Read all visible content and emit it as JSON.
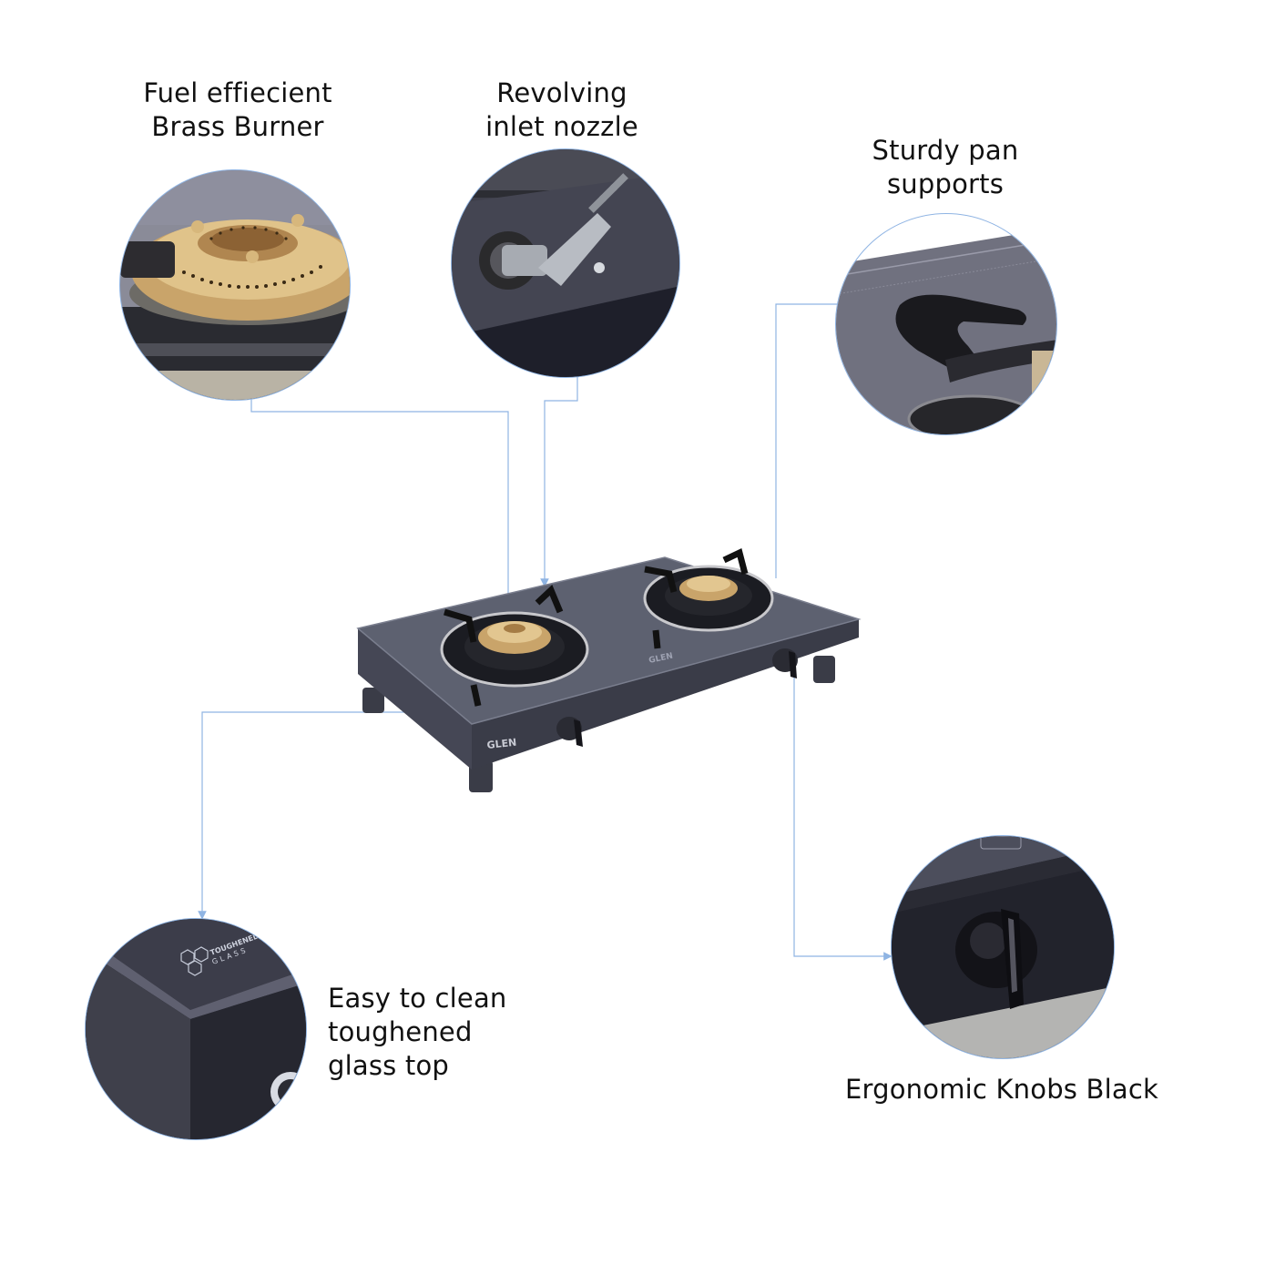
{
  "features": [
    {
      "id": "brass-burner",
      "lines": [
        "Fuel effiecient",
        "Brass Burner"
      ]
    },
    {
      "id": "inlet-nozzle",
      "lines": [
        "Revolving",
        "inlet nozzle"
      ]
    },
    {
      "id": "pan-supports",
      "lines": [
        "Sturdy pan",
        "supports"
      ]
    },
    {
      "id": "toughened-glass",
      "lines": [
        "Easy to clean",
        "toughened",
        "glass top"
      ]
    },
    {
      "id": "knobs",
      "lines": [
        "Ergonomic Knobs Black"
      ]
    }
  ],
  "product": {
    "brand_front": "GLEN",
    "brand_top": "GLEN",
    "glass_badge_line1": "TOUGHENED",
    "glass_badge_line2": "GLASS"
  },
  "colors": {
    "connector": "#8fb4e3",
    "glass_top": "#5d6170",
    "body": "#3d3f4a",
    "brass": "#c9a46a"
  }
}
